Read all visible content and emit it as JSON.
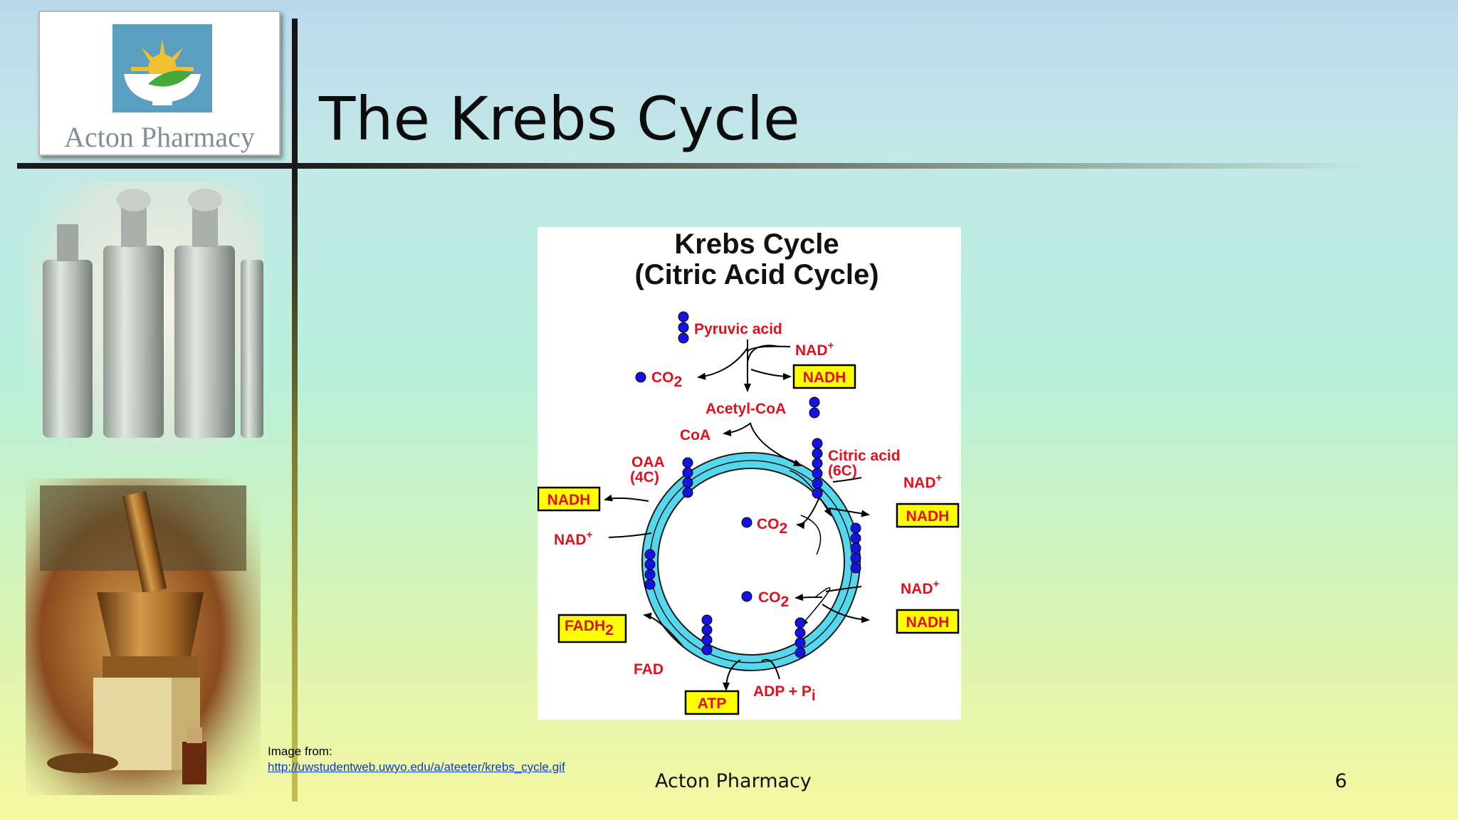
{
  "slide": {
    "title": "The Krebs Cycle",
    "logo_text": "Acton Pharmacy",
    "footer_text": "Acton Pharmacy",
    "page_number": "6",
    "caption_prefix": "Image from:",
    "caption_link": "http://uwstudentweb.uwyo.edu/a/ateeter/krebs_cycle.gif"
  },
  "diagram": {
    "title_line1": "Krebs Cycle",
    "title_line2": "(Citric Acid Cycle)",
    "labels": {
      "pyruvic_acid": "Pyruvic acid",
      "nad_top": "NAD",
      "nadh_top": "NADH",
      "co2_top": "CO",
      "acetyl_coa": "Acetyl-CoA",
      "coa": "CoA",
      "oaa": "OAA",
      "oaa_4c": "(4C)",
      "citric_acid": "Citric acid",
      "citric_6c": "(6C)",
      "nadh_left": "NADH",
      "nad_left": "NAD",
      "nad_right1": "NAD",
      "nadh_right1": "NADH",
      "co2_mid1": "CO",
      "co2_mid2": "CO",
      "nad_right2": "NAD",
      "nadh_right2": "NADH",
      "fadh2": "FADH",
      "fad": "FAD",
      "atp": "ATP",
      "adp_pi": "ADP + P",
      "sub_i": "i",
      "sub_2": "2",
      "sup_plus": "+"
    }
  },
  "colors": {
    "label_red": "#e0101e",
    "box_yellow": "#ffff00",
    "cycle_cyan": "#55d8ee",
    "dot_blue": "#1414e0"
  }
}
